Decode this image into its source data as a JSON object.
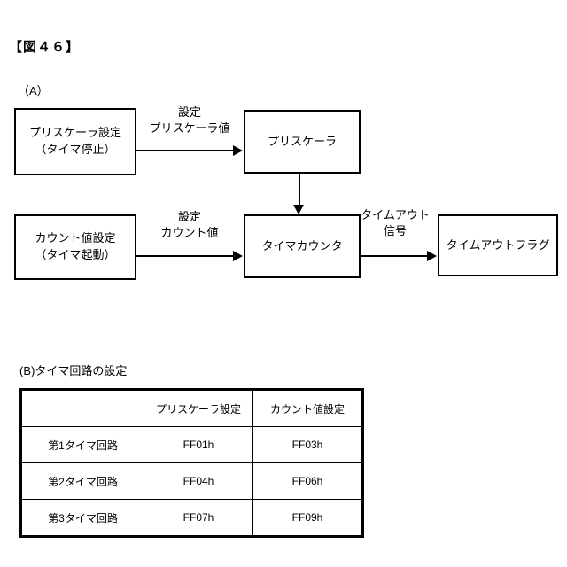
{
  "figure": {
    "title": "【図４６】",
    "section_a_label": "（A）",
    "section_b_label": "(B)タイマ回路の設定"
  },
  "diagram": {
    "boxes": [
      {
        "id": "prescaler-setting",
        "text": "プリスケーラ設定\n（タイマ停止）"
      },
      {
        "id": "prescaler",
        "text": "プリスケーラ"
      },
      {
        "id": "count-setting",
        "text": "カウント値設定\n（タイマ起動）"
      },
      {
        "id": "timer-counter",
        "text": "タイマカウンタ"
      },
      {
        "id": "timeout-flag",
        "text": "タイムアウトフラグ"
      }
    ],
    "edge_labels": [
      {
        "id": "set-prescaler-value",
        "text": "設定\nプリスケーラ値"
      },
      {
        "id": "set-count-value",
        "text": "設定\nカウント値"
      },
      {
        "id": "timeout-signal",
        "text": "タイムアウト\n信号"
      }
    ]
  },
  "table": {
    "headers": [
      "",
      "プリスケーラ設定",
      "カウント値設定"
    ],
    "rows": [
      [
        "第1タイマ回路",
        "FF01h",
        "FF03h"
      ],
      [
        "第2タイマ回路",
        "FF04h",
        "FF06h"
      ],
      [
        "第3タイマ回路",
        "FF07h",
        "FF09h"
      ]
    ]
  },
  "colors": {
    "line": "#000000",
    "background": "#ffffff"
  }
}
